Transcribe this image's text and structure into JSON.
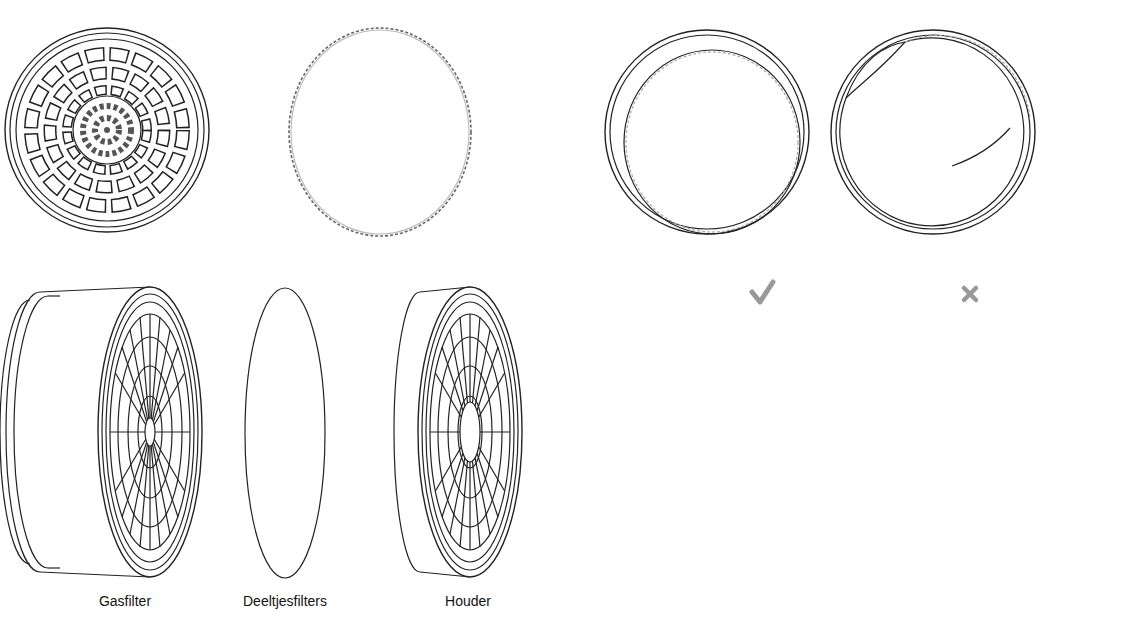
{
  "diagram": {
    "labels": [
      "Gasfilter",
      "Deeltjesfilters",
      "Houder"
    ]
  }
}
